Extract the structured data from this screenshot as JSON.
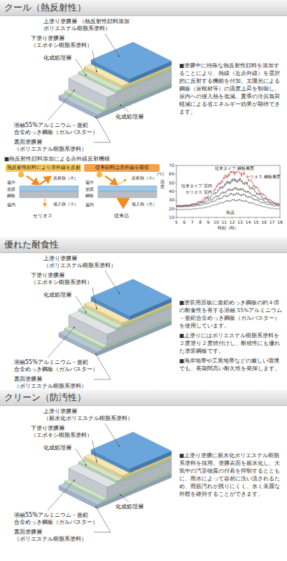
{
  "diagram": {
    "nodes": [
      {
        "text": [
          "クール（熱反射性）"
        ]
      },
      {
        "text": [
          "熱反射性顔料により赤外線を反射"
        ]
      },
      {
        "text": [
          "従来顔料は赤外線を吸収"
        ]
      },
      {
        "text": [
          "優れた耐食性"
        ]
      },
      {
        "text": [
          "クリーン（防汚性）"
        ]
      }
    ],
    "labels": [
      "上塗り塗膜層 （熱反射性顔料添加　ポリエステル樹脂系塗料）",
      "下塗り塗膜層 （エポキシ樹脂系塗料）",
      "化成処理層",
      "■塗膜中に特殊な熱反射性顔料を添加することにより、熱線（近赤外線）を選択的に反射する機能を付加。太陽光による鋼板（屋根材等）の温度上昇を制御し、屋内への侵入熱を低減。夏季の冷房負荷軽減による省エネルギー効果が期待できます。",
      "溶融55%アルミニウム－亜鉛 合金めっき鋼板（ガルバスター）",
      "化成処理層",
      "裏面塗膜層 （ポリエステル樹脂系塗料）",
      "■熱反射性顔料添加による赤外線反射機構",
      "反射熱（大）",
      "屋外",
      "塗膜",
      "鋼板",
      "屋内",
      "侵入熱（小）",
      "セリオス",
      "反射熱（小）",
      "屋外",
      "塗膜",
      "鋼板",
      "屋内",
      "侵入熱（大）",
      "従来品",
      "(℃)",
      "温度",
      "70",
      "60",
      "50",
      "40",
      "30",
      "20",
      "10",
      "5",
      "6",
      "7",
      "8",
      "9",
      "10",
      "11",
      "12",
      "13",
      "14",
      "15",
      "16",
      "17",
      "18",
      "時刻（時）",
      "従来タイプ 鋼板裏面",
      "セリオス 鋼板裏面",
      "従来タイプ 室内",
      "セリオス 室内",
      "気温",
      "上塗り塗膜層 （ポリエステル樹脂系塗料）",
      "下塗り塗膜層 （エポキシ樹脂系塗料）",
      "化成処理層",
      "■塗装用原板に亜鉛めっき鋼板の約４倍の耐食性を有する溶融 55%アルミニウム－亜鉛合金めっき鋼板（ガルバスター）を使用しています。",
      "■上塗りにはポリエステル樹脂系塗料を２度塗り２度焼付けし、耐候性にも優れた塗装鋼板です。",
      "■海岸地帯や工業地帯などの厳しい環境でも、長期間高い耐久性を発揮します。",
      "溶融55%アルミニウム－亜鉛 合金めっき鋼板（ガルバスター）",
      "裏面塗膜層 （ポリエステル樹脂系塗料）",
      "上塗り塗膜層 （親水化ポリエステル樹脂系塗料）",
      "下塗り塗膜層 （エポキシ樹脂系塗料）",
      "化成処理層",
      "■上塗り塗膜に親水化ポリエステル樹脂系塗料を採用。塗膜表面を親水化し、大気中の汚染物質の付着を抑制するとともに、雨水によって容易に洗い流されるため、雨筋汚れが残りにくく、永く美麗な外観を維持することができます。",
      "溶融55%アルミニウム－亜鉛 合金めっき鋼板（ガルバスター）",
      "化成処理層",
      "裏面塗膜層 （ポリエステル樹脂系塗料）"
    ]
  }
}
